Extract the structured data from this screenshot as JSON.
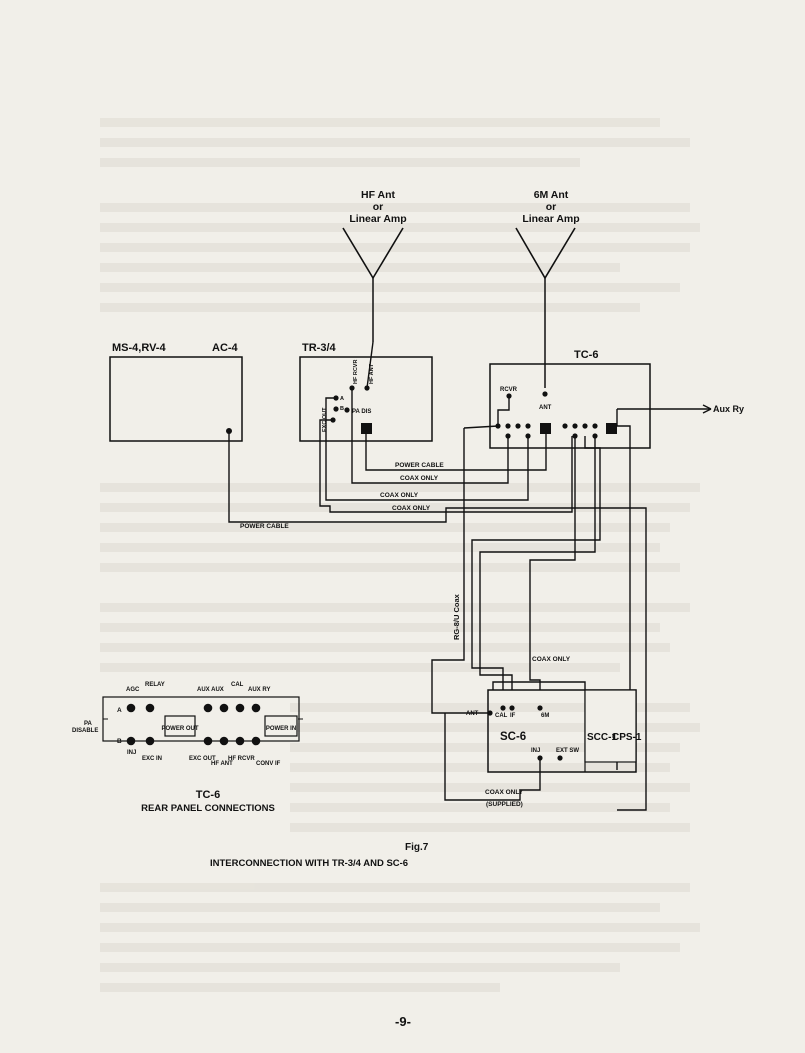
{
  "antennas": {
    "hf": {
      "line1": "HF Ant",
      "line2": "or",
      "line3": "Linear Amp"
    },
    "sixm": {
      "line1": "6M Ant",
      "line2": "or",
      "line3": "Linear Amp"
    }
  },
  "boxes": {
    "ms4": "MS-4,RV-4",
    "ac4": "AC-4",
    "tr34": "TR-3/4",
    "tc6": "TC-6",
    "sc6": "SC-6",
    "scc1": "SCC-1",
    "cps1": "CPS-1"
  },
  "tr34_ports": {
    "exc_out": "EXC OUT",
    "hf_rcvr": "HF RCVR",
    "ant": "HF ANT",
    "a": "A",
    "b": "B",
    "pa_dis": "PA DIS"
  },
  "tc6_ports": {
    "rcvr": "RCVR",
    "ant": "ANT"
  },
  "sc6_ports": {
    "cal": "CAL",
    "if": "IF",
    "sixm": "6M",
    "ant": "ANT",
    "inj": "INJ",
    "ext_sw": "EXT SW"
  },
  "cables": {
    "power1": "POWER CABLE",
    "coax1": "COAX ONLY",
    "coax2": "COAX ONLY",
    "coax3": "COAX ONLY",
    "power2": "POWER CABLE",
    "rg": "RG-8/U Coax",
    "coax4": "COAX ONLY",
    "coax5": "COAX ONLY",
    "supplied": "(SUPPLIED)"
  },
  "aux_ry": "Aux Ry",
  "rear_panel": {
    "top": {
      "agc": "AGC",
      "relay": "RELAY",
      "aux_aux": "AUX AUX",
      "cal": "CAL",
      "aux_ry": "AUX RY"
    },
    "left": {
      "pa": "PA",
      "disable": "DISABLE",
      "a": "A",
      "b": "B"
    },
    "bottom": {
      "inj": "INJ",
      "exc_in": "EXC IN",
      "exc_out": "EXC OUT",
      "hf_ant": "HF ANT",
      "hf_rcvr": "HF RCVR",
      "conv_if": "CONV IF"
    },
    "power_out": "POWER OUT",
    "power_in": "POWER IN",
    "title": "TC-6",
    "subtitle": "REAR PANEL CONNECTIONS"
  },
  "figure": {
    "number": "Fig.7",
    "caption": "INTERCONNECTION WITH TR-3/4 AND SC-6"
  },
  "page_number": "-9-"
}
